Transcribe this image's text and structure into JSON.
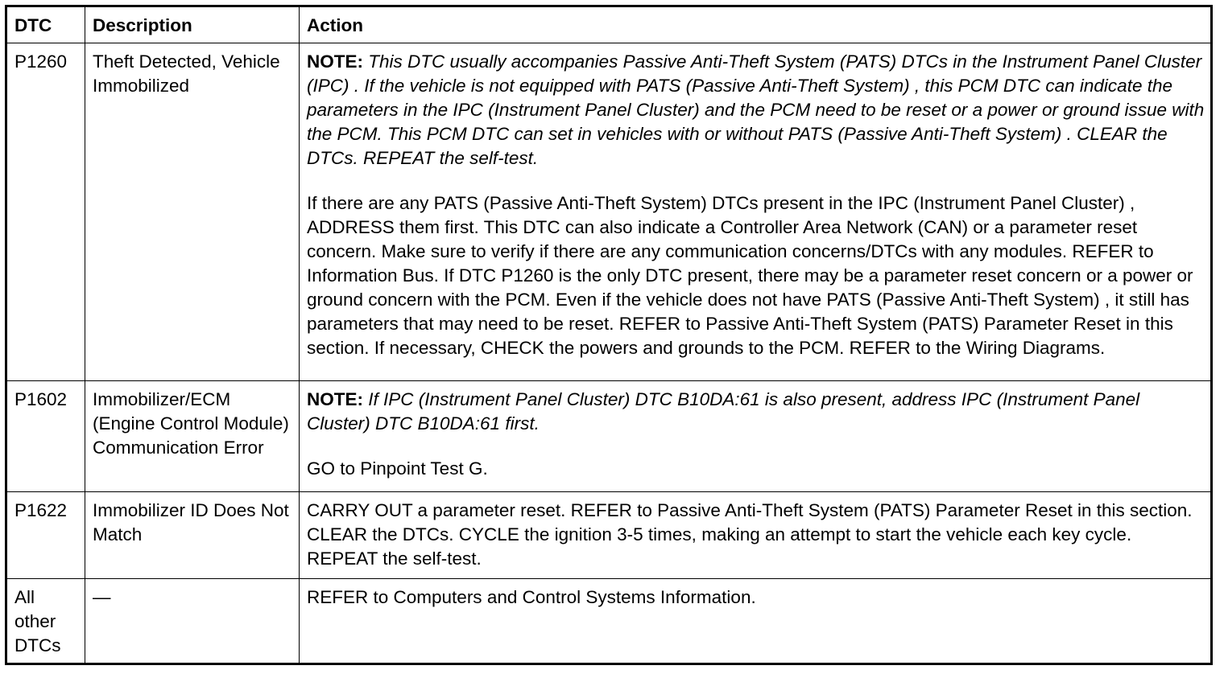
{
  "headers": {
    "dtc": "DTC",
    "description": "Description",
    "action": "Action"
  },
  "rows": [
    {
      "dtc": "P1260",
      "description": "Theft Detected, Vehicle Immobilized",
      "note_label": "NOTE:",
      "note_text": "This DTC usually accompanies Passive Anti-Theft System (PATS) DTCs in the Instrument Panel Cluster (IPC) . If the vehicle is not equipped with PATS (Passive Anti-Theft System) , this PCM DTC can indicate the parameters in the IPC (Instrument Panel Cluster) and the PCM need to be reset or a power or ground issue with the PCM. This PCM DTC can set in vehicles with or without PATS (Passive Anti-Theft System) . CLEAR the DTCs. REPEAT the self-test.",
      "action": "If there are any PATS (Passive Anti-Theft System) DTCs present in the IPC (Instrument Panel Cluster) , ADDRESS them first. This DTC can also indicate a Controller Area Network (CAN) or a parameter reset concern. Make sure to verify if there are any communication concerns/DTCs with any modules. REFER to Information Bus. If DTC P1260 is the only DTC present, there may be a parameter reset concern or a power or ground concern with the PCM. Even if the vehicle does not have PATS (Passive Anti-Theft System) , it still has parameters that may need to be reset. REFER to Passive Anti-Theft System (PATS) Parameter Reset in this section. If necessary, CHECK the powers and grounds to the PCM. REFER to the Wiring Diagrams."
    },
    {
      "dtc": "P1602",
      "description": "Immobilizer/ECM (Engine Control Module) Communication Error",
      "note_label": "NOTE:",
      "note_text": "If IPC (Instrument Panel Cluster) DTC B10DA:61 is also present, address IPC (Instrument Panel Cluster) DTC B10DA:61 first.",
      "action": "GO to Pinpoint Test G."
    },
    {
      "dtc": "P1622",
      "description": "Immobilizer ID Does Not Match",
      "action": "CARRY OUT a parameter reset. REFER to Passive Anti-Theft System (PATS) Parameter Reset in this section. CLEAR the DTCs. CYCLE the ignition 3-5 times, making an attempt to start the vehicle each key cycle. REPEAT the self-test."
    },
    {
      "dtc": "All other DTCs",
      "description": "—",
      "action": "REFER to  Computers and Control Systems Information."
    }
  ]
}
